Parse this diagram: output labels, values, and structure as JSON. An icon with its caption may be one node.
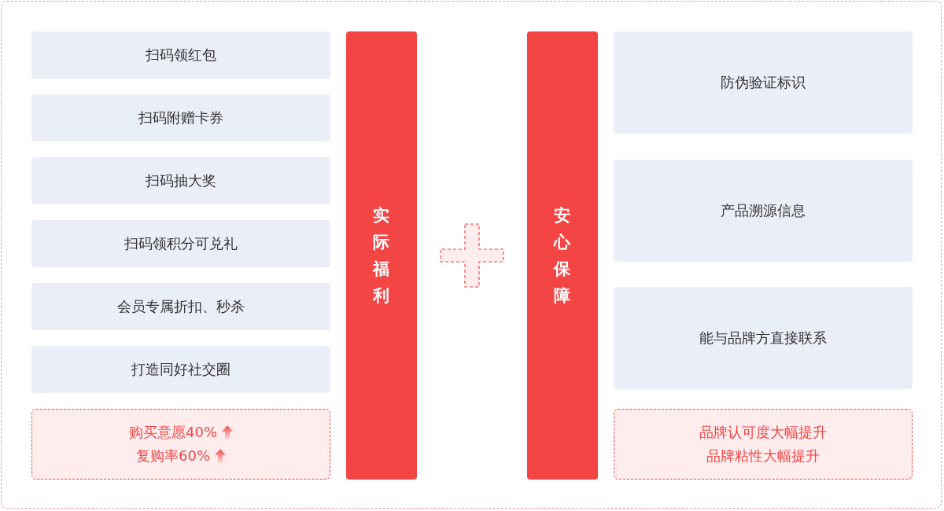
{
  "diagram": {
    "nodes": [
      {
        "text": [
          "扫码领红包"
        ]
      },
      {
        "text": [
          "扫码附赠卡券"
        ]
      },
      {
        "text": [
          "扫码抽大奖"
        ]
      },
      {
        "text": [
          "扫码领积分可兑礼"
        ]
      },
      {
        "text": [
          "会员专属折扣、秒杀"
        ]
      },
      {
        "text": [
          "打造同好社交圈"
        ]
      },
      {
        "text": [
          "购买意愿40%",
          "复购率60%"
        ]
      },
      {
        "text": [
          "实际福利"
        ]
      },
      {
        "text": [],
        "shape": "cross"
      },
      {
        "text": [
          "安心保障"
        ]
      },
      {
        "text": [
          "防伪验证标识"
        ]
      },
      {
        "text": [
          "产品溯源信息"
        ]
      },
      {
        "text": [
          "能与品牌方直接联系"
        ]
      },
      {
        "text": [
          "品牌认可度大幅提升",
          "品牌粘性大幅提升"
        ]
      }
    ]
  }
}
